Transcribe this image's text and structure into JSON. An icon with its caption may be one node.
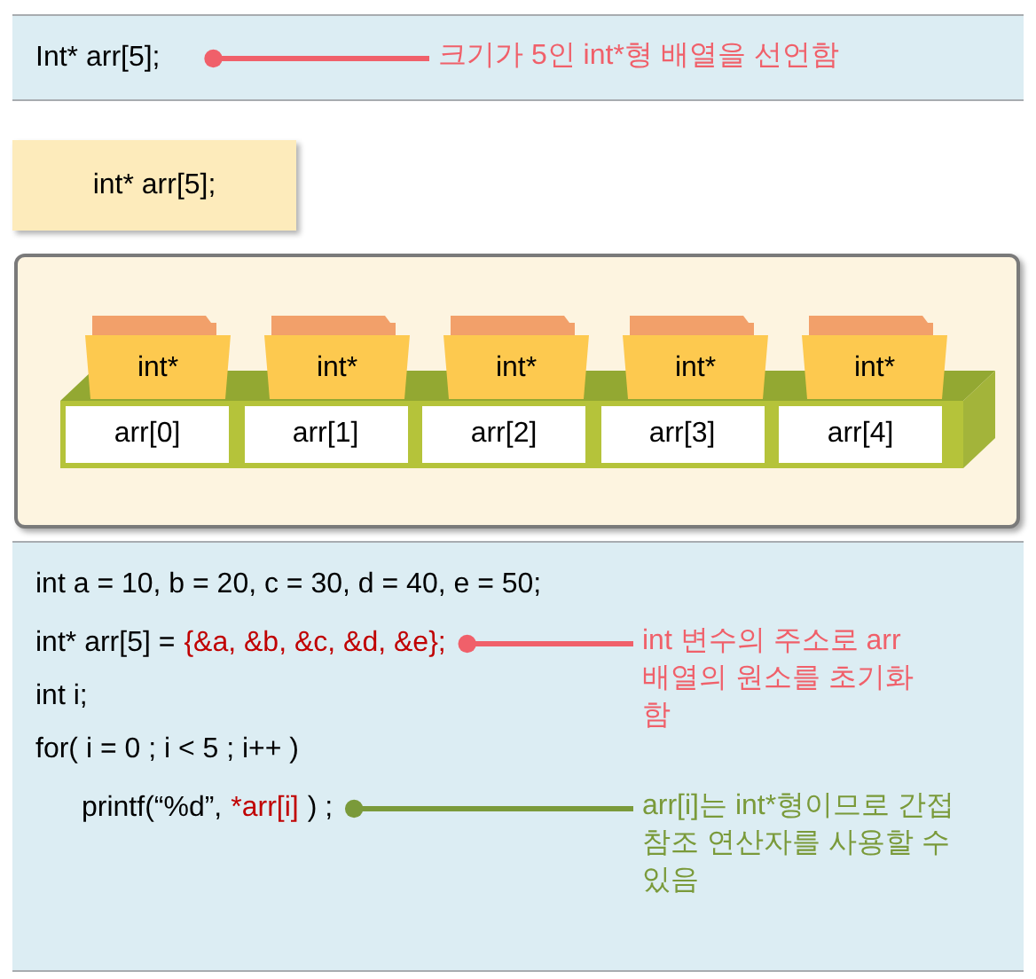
{
  "diagram": {
    "nodes": [
      {
        "text": [],
        "shape": "box"
      },
      {
        "text": [
          "Int* arr[5];"
        ],
        "in": 0
      },
      {
        "text": [
          "크기가 5인 int*형 배열을 선언함"
        ],
        "in": 0
      },
      {
        "text": [
          "int* arr[5];"
        ]
      },
      {
        "text": [],
        "shape": "box"
      },
      {
        "text": [
          "int*"
        ],
        "in": 4
      },
      {
        "text": [
          "int*"
        ],
        "in": 4
      },
      {
        "text": [
          "int*"
        ],
        "in": 4
      },
      {
        "text": [
          "int*"
        ],
        "in": 4
      },
      {
        "text": [
          "int*"
        ],
        "in": 4
      },
      {
        "text": [
          "arr[0]"
        ],
        "in": 4
      },
      {
        "text": [
          "arr[1]"
        ],
        "in": 4
      },
      {
        "text": [
          "arr[2]"
        ],
        "in": 4
      },
      {
        "text": [
          "arr[3]"
        ],
        "in": 4
      },
      {
        "text": [
          "arr[4]"
        ],
        "in": 4
      },
      {
        "text": [],
        "shape": "box"
      },
      {
        "text": [
          "int* arr[5] =",
          "{&a, &b, &c, &d, &e};"
        ],
        "in": 15
      },
      {
        "text": [
          "int 변수의 주소로 arr 배열의 원소를 초기화함"
        ],
        "in": 15
      },
      {
        "text": [
          "printf(“%d”,",
          "*arr[i]",
          ") ;"
        ],
        "in": 15
      },
      {
        "text": [
          "arr[i]는 int*형이므로 간접 참조 연산자를 사용할 수 있음"
        ],
        "in": 15
      }
    ],
    "edges": [
      {
        "from": 1,
        "to": 2,
        "arrow": "other"
      },
      {
        "from": 16,
        "to": 17,
        "arrow": "other"
      },
      {
        "from": 18,
        "to": 19,
        "arrow": "other",
        "color": "#7a9a3a"
      }
    ],
    "labels": [
      "int a = 10, b = 20, c = 30, d = 40, e = 50;",
      "int i;",
      "for( i = 0 ; i < 5 ; i++ )"
    ]
  }
}
